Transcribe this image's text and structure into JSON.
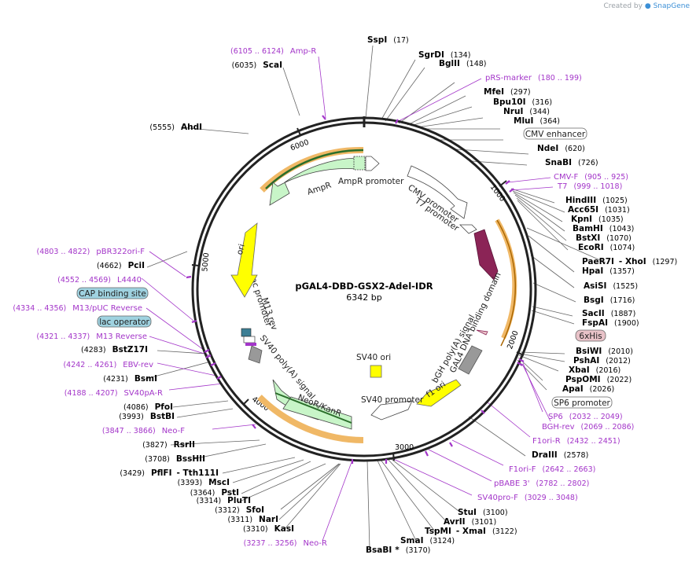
{
  "watermark": {
    "prefix": "Created by",
    "brand": "SnapGene"
  },
  "plasmid": {
    "name": "pGAL4-DBD-GSX2-Adel-IDR",
    "size": "6342 bp"
  },
  "ticks": [
    "1000",
    "2000",
    "3000",
    "4000",
    "5000",
    "6000"
  ],
  "enzymes_right": [
    {
      "name": "SspI",
      "pos": "(17)"
    },
    {
      "name": "SgrDI",
      "pos": "(134)"
    },
    {
      "name": "BglII",
      "pos": "(148)"
    },
    {
      "name": "MfeI",
      "pos": "(297)"
    },
    {
      "name": "Bpu10I",
      "pos": "(316)"
    },
    {
      "name": "NruI",
      "pos": "(344)"
    },
    {
      "name": "MluI",
      "pos": "(364)"
    },
    {
      "name": "NdeI",
      "pos": "(620)"
    },
    {
      "name": "SnaBI",
      "pos": "(726)"
    },
    {
      "name": "HindIII",
      "pos": "(1025)"
    },
    {
      "name": "Acc65I",
      "pos": "(1031)"
    },
    {
      "name": "KpnI",
      "pos": "(1035)"
    },
    {
      "name": "BamHI",
      "pos": "(1043)"
    },
    {
      "name": "BstXI",
      "pos": "(1070)"
    },
    {
      "name": "EcoRI",
      "pos": "(1074)"
    },
    {
      "name": "PaeR7I",
      "name2": "XhoI",
      "pos": "(1297)"
    },
    {
      "name": "HpaI",
      "pos": "(1357)"
    },
    {
      "name": "AsiSI",
      "pos": "(1525)"
    },
    {
      "name": "BsgI",
      "pos": "(1716)"
    },
    {
      "name": "SacII",
      "pos": "(1887)"
    },
    {
      "name": "FspAI",
      "pos": "(1900)"
    },
    {
      "name": "BsiWI",
      "pos": "(2010)"
    },
    {
      "name": "PshAI",
      "pos": "(2012)"
    },
    {
      "name": "XbaI",
      "pos": "(2016)"
    },
    {
      "name": "PspOMI",
      "pos": "(2022)"
    },
    {
      "name": "ApaI",
      "pos": "(2026)"
    },
    {
      "name": "DraIII",
      "pos": "(2578)"
    },
    {
      "name": "StuI",
      "pos": "(3100)"
    },
    {
      "name": "AvrII",
      "pos": "(3101)"
    },
    {
      "name": "TspMI",
      "name2": "XmaI",
      "pos": "(3122)"
    },
    {
      "name": "SmaI",
      "pos": "(3124)"
    },
    {
      "name": "BsaBI",
      "star": "*",
      "pos": "(3170)"
    }
  ],
  "enzymes_left": [
    {
      "name": "ScaI",
      "pos": "(6035)"
    },
    {
      "name": "AhdI",
      "pos": "(5555)"
    },
    {
      "name": "PciI",
      "pos": "(4662)"
    },
    {
      "name": "BstZ17I",
      "pos": "(4283)"
    },
    {
      "name": "BsmI",
      "pos": "(4231)"
    },
    {
      "name": "PfoI",
      "pos": "(4086)"
    },
    {
      "name": "BstBI",
      "pos": "(3993)"
    },
    {
      "name": "RsrII",
      "pos": "(3827)"
    },
    {
      "name": "BssHII",
      "pos": "(3708)"
    },
    {
      "name": "PflFI",
      "name2": "Tth111I",
      "pos": "(3429)"
    },
    {
      "name": "MscI",
      "pos": "(3393)"
    },
    {
      "name": "PstI",
      "pos": "(3364)"
    },
    {
      "name": "PluTI",
      "pos": "(3314)"
    },
    {
      "name": "SfoI",
      "pos": "(3312)"
    },
    {
      "name": "NarI",
      "pos": "(3311)"
    },
    {
      "name": "KasI",
      "pos": "(3310)"
    }
  ],
  "primers": [
    {
      "name": "Amp-R",
      "range": "(6105 .. 6124)"
    },
    {
      "name": "pRS-marker",
      "range": "(180 .. 199)"
    },
    {
      "name": "CMV-F",
      "range": "(905 .. 925)"
    },
    {
      "name": "T7",
      "range": "(999 .. 1018)"
    },
    {
      "name": "SP6",
      "range": "(2032 .. 2049)"
    },
    {
      "name": "BGH-rev",
      "range": "(2069 .. 2086)"
    },
    {
      "name": "F1ori-R",
      "range": "(2432 .. 2451)"
    },
    {
      "name": "F1ori-F",
      "range": "(2642 .. 2663)"
    },
    {
      "name": "pBABE 3'",
      "range": "(2782 .. 2802)"
    },
    {
      "name": "SV40pro-F",
      "range": "(3029 .. 3048)"
    },
    {
      "name": "Neo-R",
      "range": "(3237 .. 3256)"
    },
    {
      "name": "Neo-F",
      "range": "(3847 .. 3866)"
    },
    {
      "name": "SV40pA-R",
      "range": "(4188 .. 4207)"
    },
    {
      "name": "EBV-rev",
      "range": "(4242 .. 4261)"
    },
    {
      "name": "M13 Reverse",
      "range": "(4321 .. 4337)"
    },
    {
      "name": "M13/pUC Reverse",
      "range": "(4334 .. 4356)"
    },
    {
      "name": "L4440",
      "range": "(4552 .. 4569)"
    },
    {
      "name": "pBR322ori-F",
      "range": "(4803 .. 4822)"
    }
  ],
  "boxed_features": [
    {
      "name": "CMV enhancer"
    },
    {
      "name": "6xHis"
    },
    {
      "name": "SP6 promoter"
    },
    {
      "name": "CAP binding site"
    },
    {
      "name": "lac operator"
    }
  ],
  "features": [
    {
      "name": "AmpR promoter"
    },
    {
      "name": "AmpR"
    },
    {
      "name": "CMV promoter"
    },
    {
      "name": "T7 promoter"
    },
    {
      "name": "GAL4 DNA binding domain"
    },
    {
      "name": "bGH poly(A) signal"
    },
    {
      "name": "f1 ori"
    },
    {
      "name": "SV40 promoter"
    },
    {
      "name": "NeoR/KanR"
    },
    {
      "name": "SV40 poly(A) signal"
    },
    {
      "name": "M13 rev"
    },
    {
      "name": "lac promoter"
    },
    {
      "name": "ori"
    },
    {
      "name": "SV40 ori"
    }
  ],
  "colors": {
    "backbone": "#222222",
    "primer": "#a335c9",
    "ampr": "#c8f5c8",
    "ori": "#ffff00",
    "gal4": "#8b2456",
    "orf_outline": "#f0b866",
    "polya": "#999999",
    "cap_box": "#9fd2e0",
    "his_box": "#e8c2c8"
  }
}
